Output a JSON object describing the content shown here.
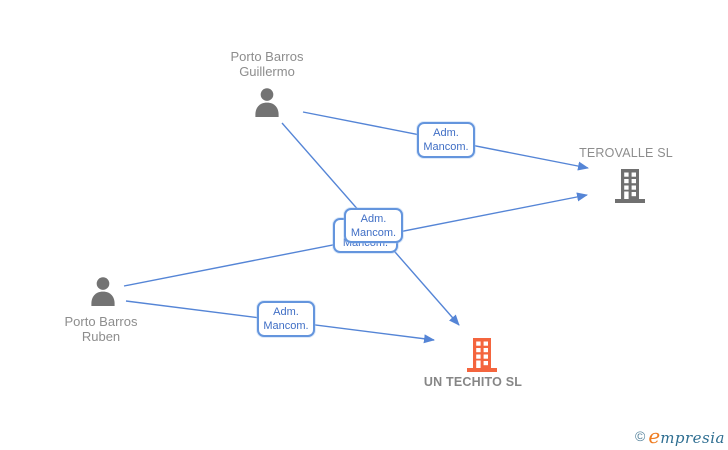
{
  "diagram": {
    "nodes": {
      "guillermo": {
        "type": "person",
        "label_line1": "Porto Barros",
        "label_line2": "Guillermo"
      },
      "ruben": {
        "type": "person",
        "label_line1": "Porto Barros",
        "label_line2": "Ruben"
      },
      "terovalle": {
        "type": "company",
        "label": "TEROVALLE SL",
        "icon_color": "#707070"
      },
      "un_techito": {
        "type": "company",
        "label": "UN TECHITO SL",
        "icon_color": "#f4653e"
      }
    },
    "edges": [
      {
        "from": "Porto Barros Guillermo",
        "to": "TEROVALLE SL",
        "label_line1": "Adm.",
        "label_line2": "Mancom."
      },
      {
        "from": "Porto Barros Guillermo",
        "to": "UN TECHITO SL",
        "label_line1": "Adm.",
        "label_line2": "Mancom."
      },
      {
        "from": "Porto Barros Ruben",
        "to": "TEROVALLE SL",
        "label_line1": "Adm.",
        "label_line2": "Mancom."
      },
      {
        "from": "Porto Barros Ruben",
        "to": "UN TECHITO SL",
        "label_line1": "Adm.",
        "label_line2": "Mancom."
      }
    ],
    "colors": {
      "edge_blue": "#5585d6",
      "edge_label_text": "#3f6ec5",
      "edge_label_border": "#6495dd",
      "node_label_gray": "#8d8d8d",
      "person_icon_gray": "#737373",
      "company_icon_gray": "#707070",
      "company_icon_orange": "#f4653e"
    }
  },
  "footer": {
    "copyright_symbol": "©",
    "brand_first_letter": "e",
    "brand_rest": "mpresia"
  }
}
